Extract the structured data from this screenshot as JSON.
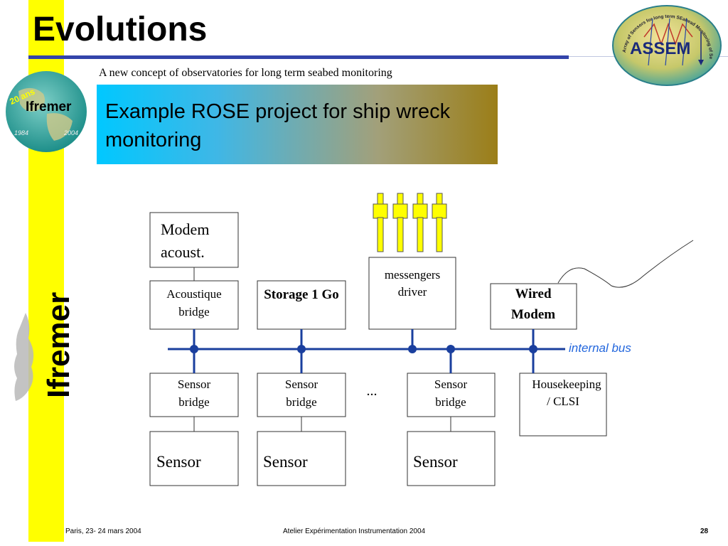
{
  "slide": {
    "title": "Evolutions",
    "subtitle": "A new concept of observatories for long term seabed monitoring",
    "banner_text": "Example ROSE project for ship wreck monitoring",
    "side_label": "Ifremer"
  },
  "logos": {
    "ifremer_badge_text": "Ifremer",
    "ifremer_years_text": "20 ans",
    "ifremer_year_start": "1984",
    "ifremer_year_end": "2004",
    "assem_text": "ASSEM",
    "assem_ring_text": "Array of Sensors for long term SEabead Monitoring of Seabeds"
  },
  "diagram": {
    "modem_acoust": [
      "Modem",
      "acoust."
    ],
    "acoustique_bridge": [
      "Acoustique",
      "bridge"
    ],
    "storage": "Storage 1 Go",
    "messengers_driver": [
      "messengers",
      "driver"
    ],
    "wired_modem": [
      "Wired",
      "Modem"
    ],
    "internal_bus_label": "internal bus",
    "sensor_bridge_label": [
      "Sensor",
      "bridge"
    ],
    "sensor_label": "Sensor",
    "ellipsis": "...",
    "housekeeping": [
      "Housekeeping",
      "/ CLSI"
    ]
  },
  "footer": {
    "left": "Paris, 23- 24 mars 2004",
    "center": "Atelier Expérimentation Instrumentation 2004",
    "page": "28"
  },
  "colors": {
    "side_band": "#ffff00",
    "title_rule": "#3344aa",
    "bus": "#1a3f9e",
    "bus_label": "#2266dd"
  }
}
